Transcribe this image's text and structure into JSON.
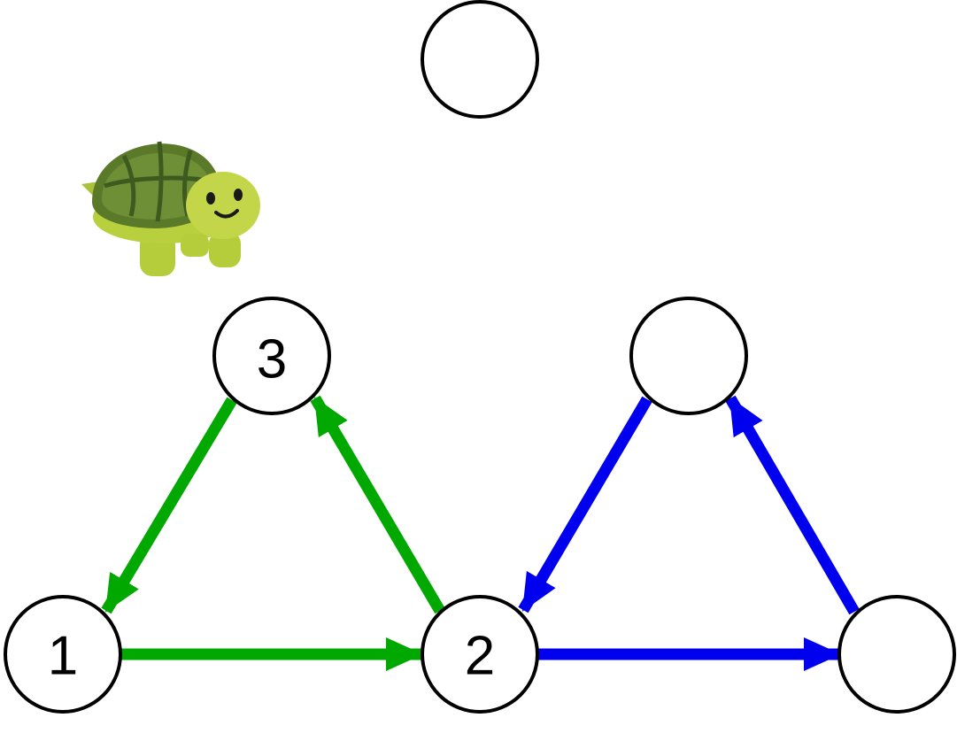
{
  "diagram": {
    "colors": {
      "green_edges": "#00a800",
      "blue_edges": "#0000ee",
      "node_stroke": "#000000",
      "node_fill": "#ffffff"
    },
    "mascot_icon": "turtle-icon",
    "nodes": [
      {
        "id": "top",
        "label": ""
      },
      {
        "id": "three",
        "label": "3"
      },
      {
        "id": "one",
        "label": "1"
      },
      {
        "id": "two",
        "label": "2"
      },
      {
        "id": "right-top",
        "label": ""
      },
      {
        "id": "right-bottom",
        "label": ""
      }
    ],
    "edges": [
      {
        "from": "three",
        "to": "one",
        "color": "green"
      },
      {
        "from": "one",
        "to": "two",
        "color": "green"
      },
      {
        "from": "two",
        "to": "three",
        "color": "green"
      },
      {
        "from": "right-top",
        "to": "two",
        "color": "blue"
      },
      {
        "from": "two",
        "to": "right-bottom",
        "color": "blue"
      },
      {
        "from": "right-bottom",
        "to": "right-top",
        "color": "blue"
      }
    ]
  }
}
